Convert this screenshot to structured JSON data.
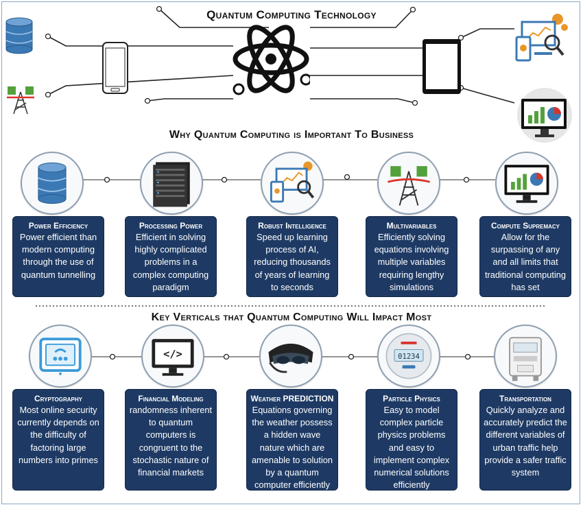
{
  "title": "Quantum Computing Technology",
  "section1": {
    "title": "Why Quantum Computing is Important To Business",
    "items": [
      {
        "title": "Power Efficiency",
        "body": "Power efficient than modern computing through the use of quantum tunnelling",
        "icon": "database-icon"
      },
      {
        "title": "Processing Power",
        "body": "Efficient in solving highly complicated problems in a complex computing paradigm",
        "icon": "server-rack-icon"
      },
      {
        "title": "Robust Intelligence",
        "body": "Speed up learning process of AI, reducing thousands of years of learning to seconds",
        "icon": "analytics-devices-icon"
      },
      {
        "title": "Multivariables",
        "body": "Efficiently solving equations involving multiple variables requiring lengthy simulations",
        "icon": "network-tower-icon"
      },
      {
        "title": "Compute Supremacy",
        "body": "Allow for the surpassing of any and all limits that traditional computing has set",
        "icon": "monitor-chart-icon"
      }
    ]
  },
  "section2": {
    "title": "Key Verticals that Quantum Computing Will Impact Most",
    "items": [
      {
        "title": "Cryptography",
        "body": "Most online security currently depends on the difficulty of factoring large numbers into primes",
        "icon": "tablet-security-icon"
      },
      {
        "title": "Financial Modeling",
        "body": "randomness inherent to quantum computers is congruent to the stochastic nature of financial markets",
        "icon": "code-monitor-icon"
      },
      {
        "title": "Weather PREDICTION",
        "body": "Equations governing the weather possess a hidden wave nature which are amenable to solution by a quantum computer efficiently",
        "icon": "headset-icon"
      },
      {
        "title": "Particle Physics",
        "body": "Easy to model complex particle physics problems and easy to implement complex numerical solutions efficiently",
        "icon": "meter-icon",
        "meter_reading": "01234"
      },
      {
        "title": "Transportation",
        "body": "Quickly analyze and accurately predict the different variables of urban traffic help provide a safer traffic system",
        "icon": "gas-meter-icon"
      }
    ]
  },
  "colors": {
    "box": "#1e3a64",
    "line": "#222222",
    "accent_blue": "#3b79b4",
    "accent_green": "#53a13c",
    "accent_orange": "#e8962a"
  }
}
